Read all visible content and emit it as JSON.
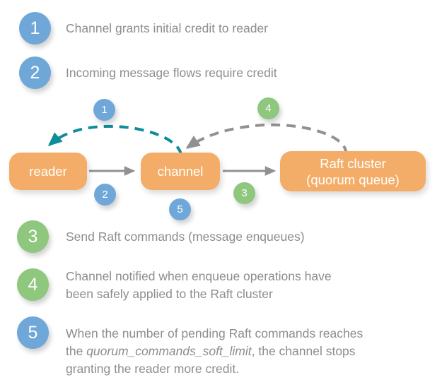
{
  "colors": {
    "blue": "#6fa8d8",
    "green": "#8ec77d",
    "orange": "#f4ad68",
    "text_gray": "#8d8d8d",
    "arrow_gray": "#919191",
    "arrow_teal": "#0e8e9a",
    "background": "#ffffff"
  },
  "legend": {
    "items": [
      {
        "number": "1",
        "color": "blue",
        "text": "Channel grants initial credit to reader"
      },
      {
        "number": "2",
        "color": "blue",
        "text": "Incoming message flows require credit"
      },
      {
        "number": "3",
        "color": "green",
        "text": "Send Raft commands (message enqueues)"
      },
      {
        "number": "4",
        "color": "green",
        "text": "Channel notified when enqueue operations have\nbeen safely applied to the Raft cluster"
      },
      {
        "number": "5",
        "color": "blue",
        "text_before": "When the number of pending Raft commands reaches\nthe ",
        "text_italic": "quorum_commands_soft_limit",
        "text_after": ", the channel stops\ngranting the reader more credit."
      }
    ]
  },
  "diagram": {
    "nodes": [
      {
        "id": "reader",
        "label": "reader"
      },
      {
        "id": "channel",
        "label": "channel"
      },
      {
        "id": "raft",
        "label": "Raft cluster\n(quorum queue)"
      }
    ],
    "markers": [
      {
        "number": "1",
        "color": "blue",
        "name": "marker-1-credit-grant"
      },
      {
        "number": "4",
        "color": "green",
        "name": "marker-4-raft-notify"
      },
      {
        "number": "2",
        "color": "blue",
        "name": "marker-2-message-flow"
      },
      {
        "number": "5",
        "color": "blue",
        "name": "marker-5-soft-limit"
      },
      {
        "number": "3",
        "color": "green",
        "name": "marker-3-raft-commands"
      }
    ],
    "edges": [
      {
        "id": "reader-to-channel",
        "style": "solid",
        "color": "#919191",
        "label_ref": "2"
      },
      {
        "id": "channel-to-raft",
        "style": "solid",
        "color": "#919191",
        "label_ref": "3"
      },
      {
        "id": "channel-to-reader",
        "style": "dashed",
        "color": "#0e8e9a",
        "label_ref": "1"
      },
      {
        "id": "raft-to-channel",
        "style": "dashed",
        "color": "#919191",
        "label_ref": "4"
      }
    ]
  }
}
